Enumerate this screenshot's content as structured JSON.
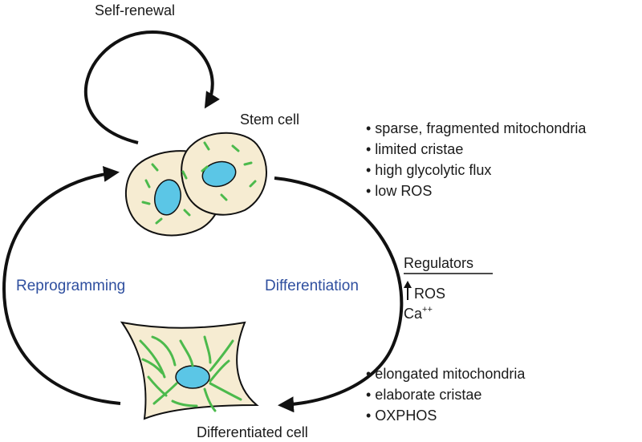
{
  "labels": {
    "self_renewal": "Self-renewal",
    "stem_cell": "Stem cell",
    "differentiated_cell": "Differentiated cell",
    "reprogramming": "Reprogramming",
    "differentiation": "Differentiation"
  },
  "stem_features": [
    "• sparse, fragmented mitochondria",
    "• limited cristae",
    "• high glycolytic flux",
    "• low ROS"
  ],
  "differentiated_features": [
    "• elongated mitochondria",
    "• elaborate cristae",
    "• OXPHOS"
  ],
  "regulators": {
    "heading": "Regulators",
    "ros": "ROS",
    "ca": "Ca",
    "ca_superscript": "++"
  },
  "colors": {
    "cell_fill": "#f6ecd2",
    "nucleus_fill": "#5bc6e6",
    "mitochondria": "#4cba4c",
    "process_label": "#2f4f9f"
  }
}
